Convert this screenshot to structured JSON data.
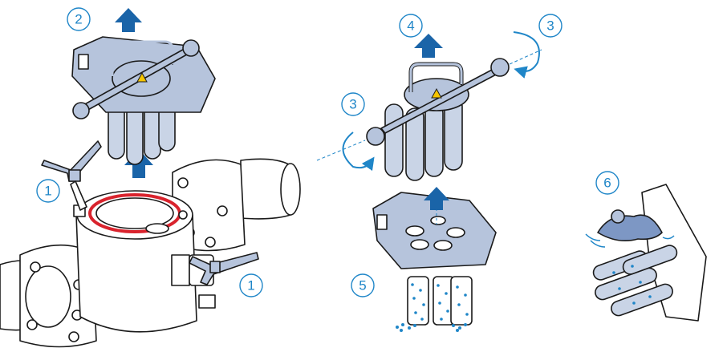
{
  "diagram": {
    "step_labels": [
      "1",
      "1",
      "2",
      "3",
      "3",
      "4",
      "5",
      "6"
    ]
  },
  "colors": {
    "accent_blue": "#1f86c8",
    "arrow_blue": "#1a64a8",
    "part_fill": "#b6c4dc",
    "part_light": "#c9d4e6",
    "seal_red": "#d9232d",
    "outline": "#1a1a1a",
    "body_fill": "#ffffff"
  },
  "icons": [
    "warning-icon"
  ]
}
